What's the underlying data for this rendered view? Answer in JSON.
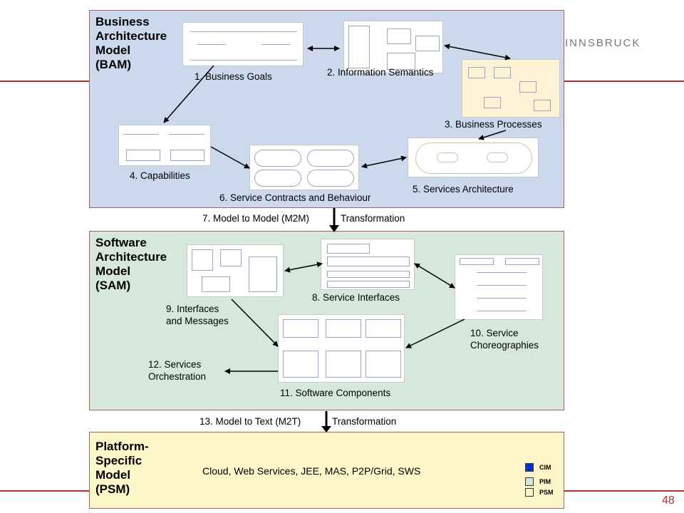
{
  "brand": "INNSBRUCK",
  "page_number": "48",
  "bam": {
    "title": "Business\nArchitecture\nModel\n(BAM)",
    "items": {
      "business_goals": "1. Business Goals",
      "information_semantics": "2. Information Semantics",
      "business_processes": "3. Business Processes",
      "capabilities": "4. Capabilities",
      "services_architecture": "5. Services Architecture",
      "service_contracts": "6. Service Contracts and Behaviour"
    }
  },
  "m2m": {
    "left": "7. Model to Model (M2M)",
    "right": "Transformation"
  },
  "sam": {
    "title": "Software\nArchitecture\nModel\n(SAM)",
    "items": {
      "service_interfaces": "8. Service Interfaces",
      "interfaces_messages": "9. Interfaces\nand Messages",
      "service_choreographies": "10. Service\nChoreographies",
      "software_components": "11. Software Components",
      "services_orchestration": "12. Services\nOrchestration"
    }
  },
  "m2t": {
    "left": "13. Model to Text (M2T)",
    "right": "Transformation"
  },
  "psm": {
    "title": "Platform-\nSpecific\nModel\n(PSM)",
    "text": "Cloud, Web Services, JEE, MAS, P2P/Grid, SWS",
    "legend": [
      {
        "label": "CIM",
        "color": "#0033cc"
      },
      {
        "label": "PIM",
        "color": "#d5e8db"
      },
      {
        "label": "PSM",
        "color": "#fdf6c8"
      }
    ]
  },
  "colors": {
    "accent": "#b03030",
    "bam_bg": "#ccd8ec",
    "sam_bg": "#d5e8db",
    "psm_bg": "#fdf6c8"
  }
}
